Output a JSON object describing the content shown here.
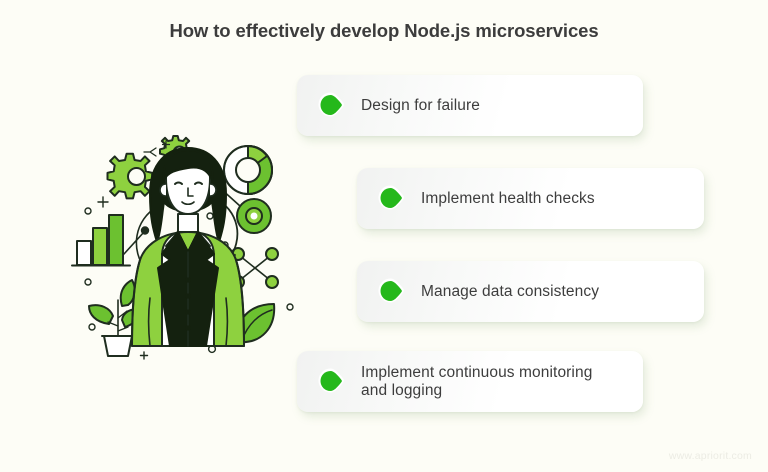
{
  "page": {
    "title": "How to effectively develop Node.js microservices",
    "background_color": "#fdfdf6",
    "watermark": "www.apriorit.com"
  },
  "colors": {
    "accent_green": "#25b81b",
    "light_green": "#8ed13f",
    "mid_green": "#6cc130",
    "dark_outline": "#1c2b1c",
    "text": "#3d3d3d",
    "card_white": "#ffffff",
    "watermark": "#ecece4"
  },
  "illustration": {
    "name": "woman-with-tech-icons-illustration",
    "alt": "Illustration of a woman in a green blazer surrounded by gears, a bar chart, a potted plant, a donut chart, molecule nodes, leaves and circular arrows",
    "elements": [
      "gear-large-icon",
      "gear-small-icon",
      "bar-chart-icon",
      "potted-plant-icon",
      "donut-chart-icon",
      "node-circle-icon",
      "molecule-icon",
      "leaf-icon",
      "curved-arrow-icon",
      "woman-figure"
    ]
  },
  "cards": [
    {
      "id": "card-1",
      "bullet": "leaf-bullet-icon",
      "label": "Design for failure"
    },
    {
      "id": "card-2",
      "bullet": "leaf-bullet-icon",
      "label": "Implement health checks"
    },
    {
      "id": "card-3",
      "bullet": "leaf-bullet-icon",
      "label": "Manage data consistency"
    },
    {
      "id": "card-4",
      "bullet": "leaf-bullet-icon",
      "label": "Implement continuous monitoring\nand logging"
    }
  ]
}
